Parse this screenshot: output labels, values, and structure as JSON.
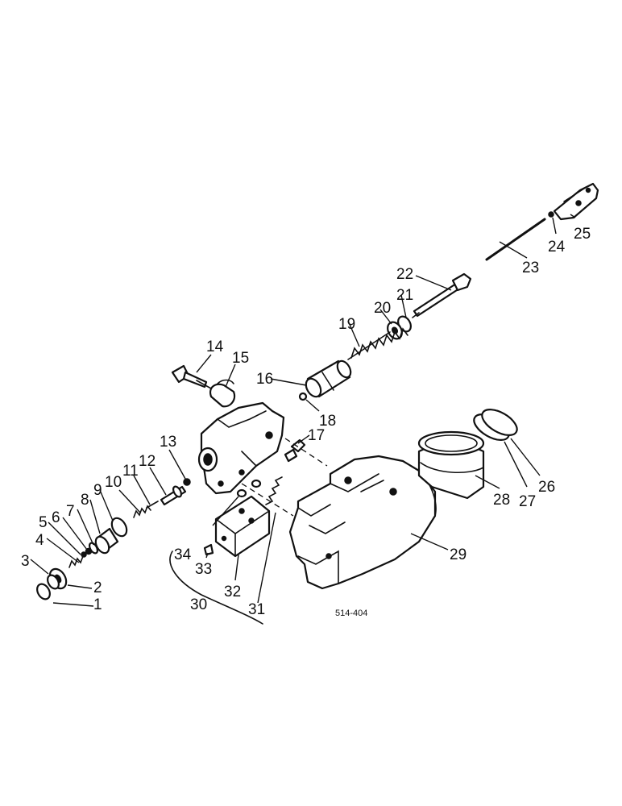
{
  "diagram": {
    "reference_code": "514-404",
    "callouts": [
      "1",
      "2",
      "3",
      "4",
      "5",
      "6",
      "7",
      "8",
      "9",
      "10",
      "11",
      "12",
      "13",
      "14",
      "15",
      "16",
      "17",
      "18",
      "19",
      "20",
      "21",
      "22",
      "23",
      "24",
      "25",
      "26",
      "27",
      "28",
      "29",
      "30",
      "31",
      "32",
      "33",
      "34"
    ]
  }
}
